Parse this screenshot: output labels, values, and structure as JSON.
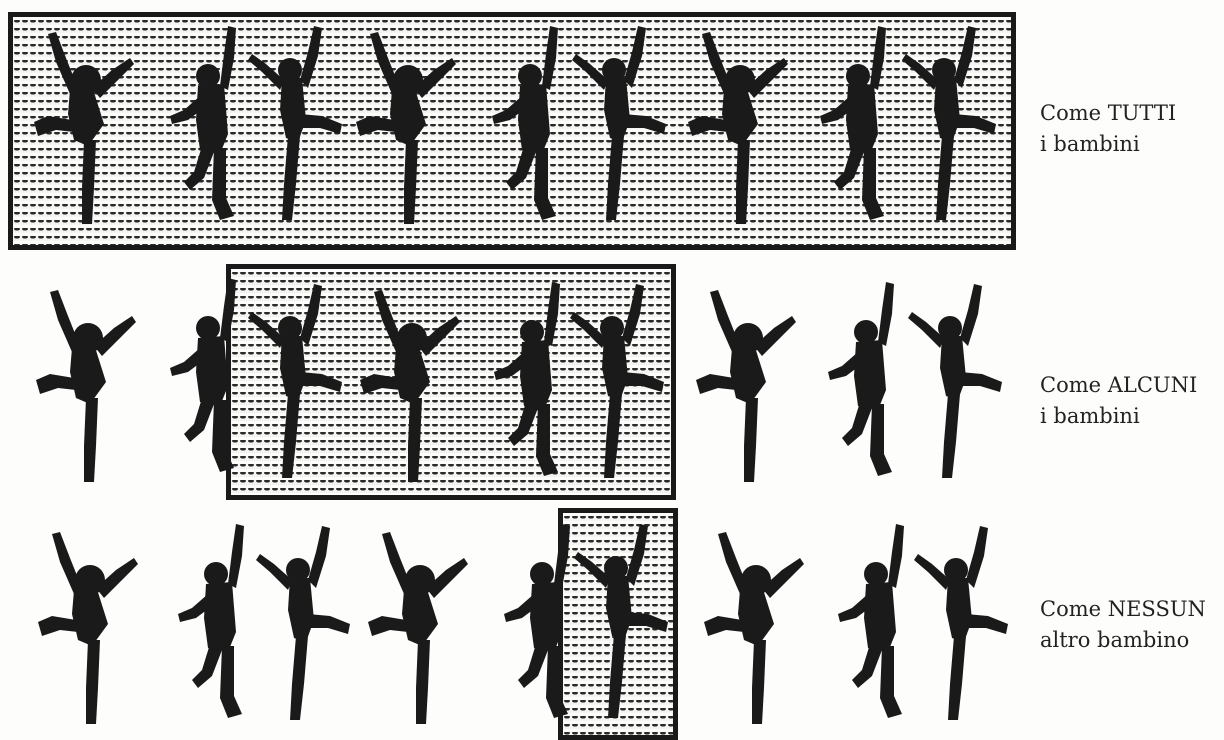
{
  "rows": [
    {
      "caption": {
        "line1": "Come TUTTI",
        "line2": "i bambini"
      }
    },
    {
      "caption": {
        "line1": "Come ALCUNI",
        "line2": "i bambini"
      }
    },
    {
      "caption": {
        "line1": "Come NESSUN",
        "line2": "altro bambino"
      }
    }
  ],
  "figure_icon": "dancing-child-silhouette-icon",
  "colors": {
    "ink": "#1a1a1a",
    "paper": "#fdfdfb"
  }
}
